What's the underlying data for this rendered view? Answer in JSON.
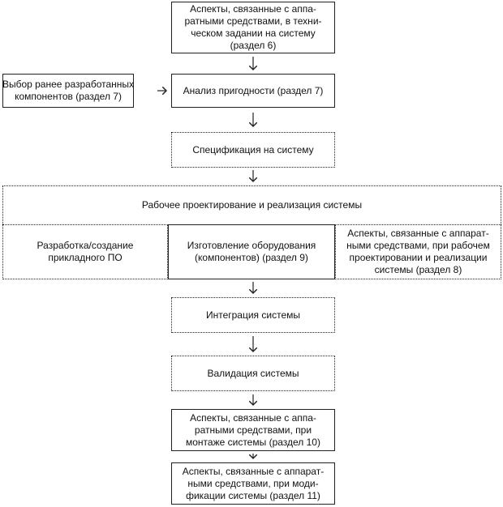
{
  "boxes": {
    "hw_spec": [
      "Аспекты, связанные с аппа-",
      "ратными средствами, в техни-",
      "ческом задании на систему",
      "(раздел 6)"
    ],
    "select_components": [
      "Выбор ранее разработанных",
      "компонентов (раздел 7)"
    ],
    "suitability": [
      "Анализ пригодности (раздел 7)"
    ],
    "system_spec": [
      "Спецификация на систему"
    ],
    "design_header": [
      "Рабочее проектирование и реализация системы"
    ],
    "software": [
      "Разработка/создание",
      "прикладного ПО"
    ],
    "hardware": [
      "Изготовление оборудования",
      "(компонентов) (раздел 9)"
    ],
    "hw_design": [
      "Аспекты, связанные с аппарат-",
      "ными средствами, при рабочем",
      "проектировании и реализации",
      "системы (раздел 8)"
    ],
    "integration": [
      "Интеграция системы"
    ],
    "validation": [
      "Валидация системы"
    ],
    "hw_install": [
      "Аспекты, связанные с аппа-",
      "ратными средствами, при",
      "монтаже системы (раздел 10)"
    ],
    "hw_modify": [
      "Аспекты, связанные с аппарат-",
      "ными средствами, при моди-",
      "фикации системы (раздел 11)"
    ]
  }
}
